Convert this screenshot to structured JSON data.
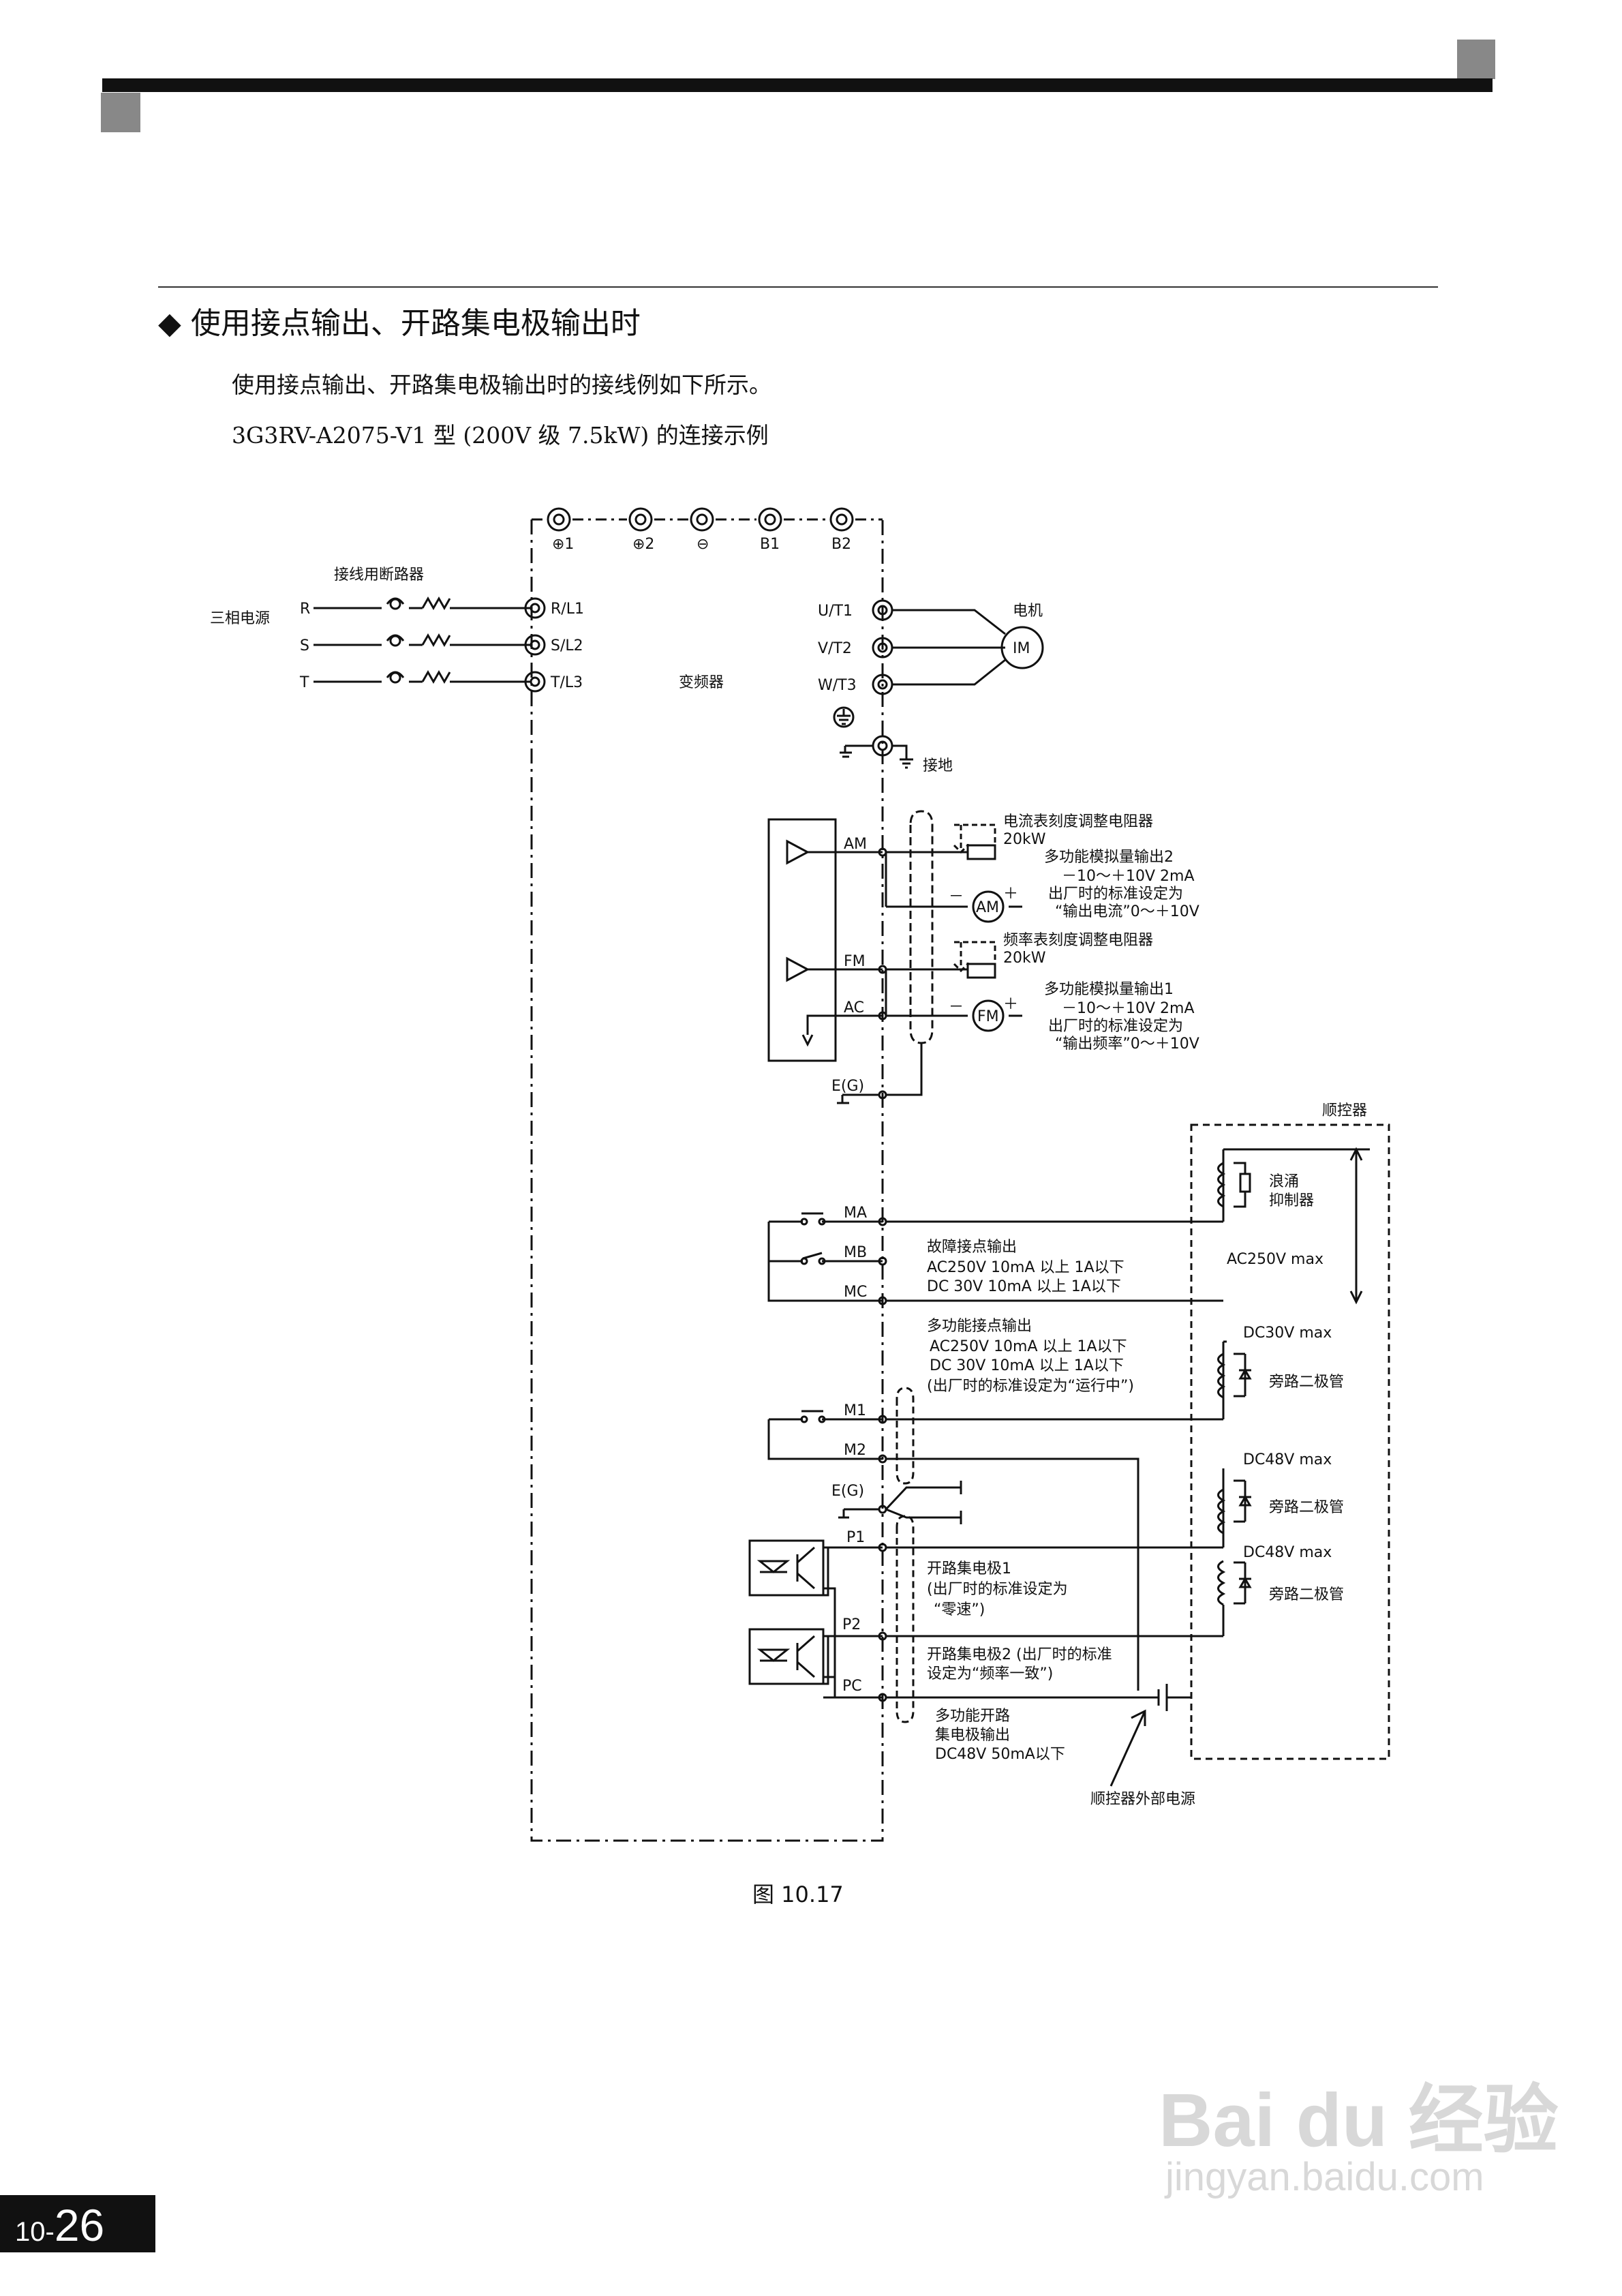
{
  "header": {
    "heading": "◆ 使用接点输出、开路集电极输出时",
    "intro": "使用接点输出、开路集电极输出时的接线例如下所示。",
    "model": "3G3RV-A2075-V1 型 (200V 级 7.5kW) 的连接示例"
  },
  "diagram": {
    "top_terminals": [
      "⊕1",
      "⊕2",
      "⊖",
      "B1",
      "B2"
    ],
    "breaker_label": "接线用断路器",
    "power_label": "三相电源",
    "phases": [
      "R",
      "S",
      "T"
    ],
    "input_terminals": [
      "R/L1",
      "S/L2",
      "T/L3"
    ],
    "inverter_label": "变频器",
    "output_terminals": [
      "U/T1",
      "V/T2",
      "W/T3"
    ],
    "motor_label": "电机",
    "motor_symbol": "IM",
    "ground_label": "接地",
    "analog": {
      "am_terminal": "AM",
      "fm_terminal": "FM",
      "ac_terminal": "AC",
      "eg_terminal": "E(G)",
      "am_resistor": "电流表刻度调整电阻器",
      "am_resistor_value": "20kW",
      "am_output": "多功能模拟量输出2",
      "am_range": "－10～＋10V  2mA",
      "am_default_1": "出厂时的标准设定为",
      "am_default_2": "“输出电流”0～＋10V",
      "am_meter": "AM",
      "fm_resistor": "频率表刻度调整电阻器",
      "fm_resistor_value": "20kW",
      "fm_output": "多功能模拟量输出1",
      "fm_range": "－10～＋10V  2mA",
      "fm_default_1": "出厂时的标准设定为",
      "fm_default_2": "“输出频率”0～＋10V",
      "fm_meter": "FM",
      "minus": "－",
      "plus": "＋"
    },
    "sequencer_label": "顺控器",
    "fault": {
      "terminals": [
        "MA",
        "MB",
        "MC"
      ],
      "title": "故障接点输出",
      "line1": "AC250V 10mA 以上 1A以下",
      "line2": "DC 30V 10mA 以上 1A以下",
      "surge_1": "浪涌",
      "surge_2": "抑制器",
      "ac_max": "AC250V max"
    },
    "multi_contact": {
      "title": "多功能接点输出",
      "line1": "AC250V 10mA 以上 1A以下",
      "line2": "DC 30V 10mA 以上 1A以下",
      "line3": "(出厂时的标准设定为“运行中”)",
      "terminals": [
        "M1",
        "M2"
      ],
      "eg": "E(G)",
      "dc_max": "DC30V max",
      "diode": "旁路二极管"
    },
    "open_collector": {
      "terminals": [
        "P1",
        "P2",
        "PC"
      ],
      "oc1_1": "开路集电极1",
      "oc1_2": "(出厂时的标准设定为",
      "oc1_3": "“零速”)",
      "oc2_1": "开路集电极2 (出厂时的标准",
      "oc2_2": "设定为“频率一致”)",
      "multi_1": "多功能开路",
      "multi_2": "集电极输出",
      "multi_3": "DC48V 50mA以下",
      "dc48_a": "DC48V max",
      "dc48_b": "DC48V max",
      "diode_a": "旁路二极管",
      "diode_b": "旁路二极管",
      "ext_power": "顺控器外部电源"
    },
    "caption": "图 10.17"
  },
  "footer": {
    "page_prefix": "10-",
    "page_number": "26",
    "watermark_1": "Bai du 经验",
    "watermark_2": "jingyan.baidu.com"
  }
}
